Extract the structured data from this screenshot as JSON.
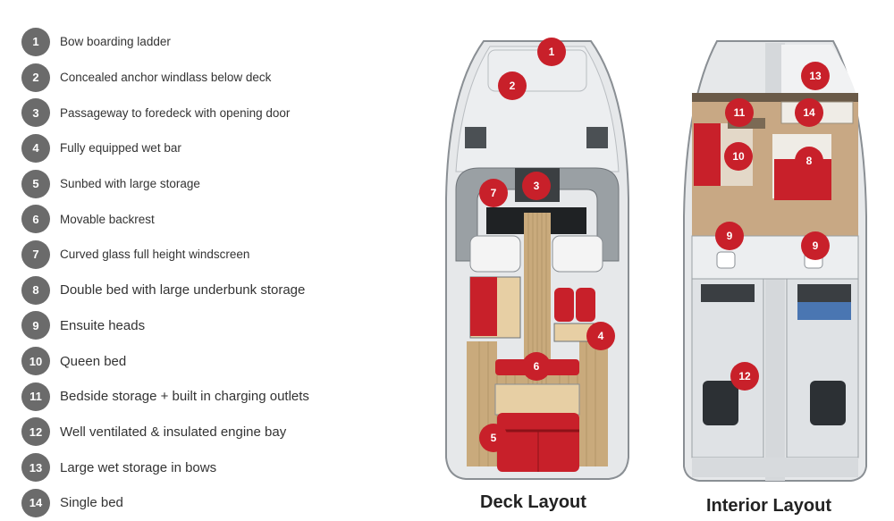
{
  "legend": [
    {
      "num": "1",
      "label": "Bow boarding ladder"
    },
    {
      "num": "2",
      "label": "Concealed anchor windlass below deck"
    },
    {
      "num": "3",
      "label": "Passageway to foredeck with opening door"
    },
    {
      "num": "4",
      "label": "Fully equipped wet bar"
    },
    {
      "num": "5",
      "label": "Sunbed with large storage"
    },
    {
      "num": "6",
      "label": "Movable backrest"
    },
    {
      "num": "7",
      "label": "Curved glass full height windscreen"
    },
    {
      "num": "8",
      "label": "Double bed with large underbunk storage"
    },
    {
      "num": "9",
      "label": "Ensuite heads"
    },
    {
      "num": "10",
      "label": "Queen bed"
    },
    {
      "num": "11",
      "label": "Bedside storage + built in charging outlets"
    },
    {
      "num": "12",
      "label": "Well ventilated & insulated engine bay"
    },
    {
      "num": "13",
      "label": "Large wet storage in bows"
    },
    {
      "num": "14",
      "label": "Single bed"
    }
  ],
  "deck": {
    "caption": "Deck Layout",
    "markers": [
      "1",
      "2",
      "3",
      "4",
      "5",
      "6",
      "7"
    ]
  },
  "interior": {
    "caption": "Interior Layout",
    "markers": [
      "13",
      "11",
      "14",
      "10",
      "8",
      "9",
      "9",
      "12"
    ]
  },
  "colors": {
    "badge_gray": "#6b6b6b",
    "marker_red": "#c8202a",
    "teak": "#c9aa7c",
    "upholstery_red": "#c8202a",
    "hull_gray": "#e6e8ea"
  }
}
